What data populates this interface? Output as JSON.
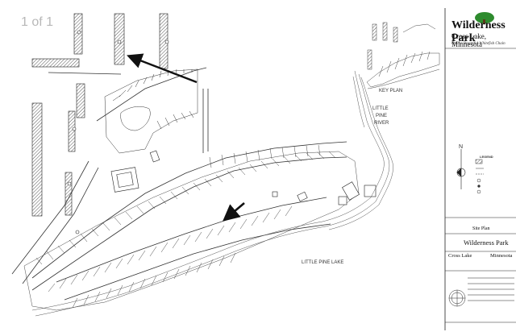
{
  "viewer": {
    "page_indicator": "1 of 1"
  },
  "brand": {
    "name": "Wilderness Park",
    "location": "Cross Lake, Minnesota",
    "tagline": "On the Beautiful Whitefish Chain"
  },
  "labels": {
    "key_plan": "KEY PLAN",
    "river": [
      "LITTLE",
      "PINE",
      "RIVER"
    ],
    "lake": "LITTLE PINE LAKE",
    "legend": "LEGEND",
    "north": "N"
  },
  "title_block": {
    "drawing_title": "Site Plan",
    "project_name": "Wilderness Park",
    "city": "Cross Lake",
    "state": "Minnesota"
  },
  "colors": {
    "line": "#222222",
    "hatch": "#555555",
    "logo_green": "#2e8b2e"
  }
}
